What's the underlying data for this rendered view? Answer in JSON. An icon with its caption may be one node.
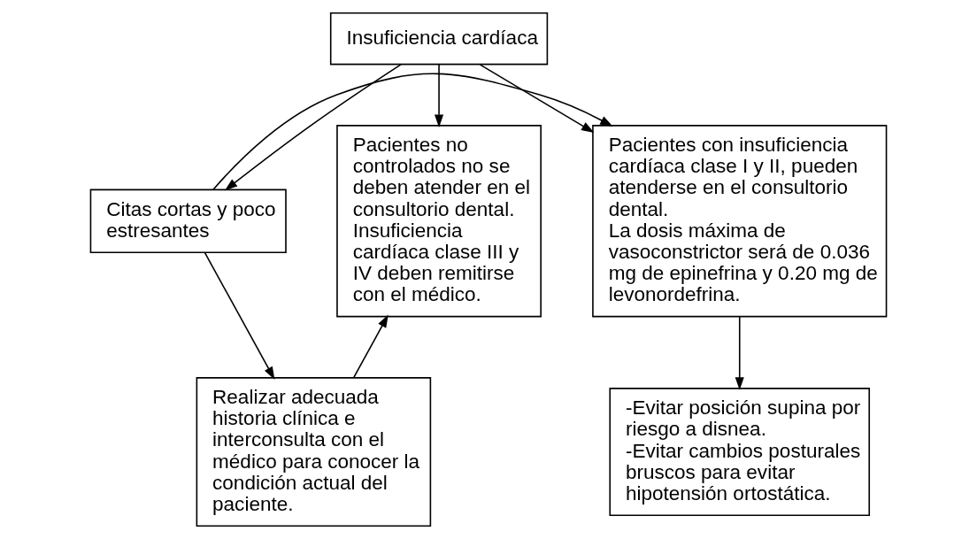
{
  "diagram": {
    "nodes": [
      {
        "text": [
          "Insuficiencia cardíaca"
        ]
      },
      {
        "text": [
          "Pacientes con insuficiencia cardíaca clase I y II, pueden atenderse en el consultorio dental.",
          "La dosis máxima de vasoconstrictor será de 0.036 mg de epinefrina y 0.20 mg de levonordefrina."
        ]
      },
      {
        "text": [
          "Citas cortas y poco estresantes"
        ]
      },
      {
        "text": [
          "Pacientes no controlados no se deben atender en el consultorio dental.",
          "Insuficiencia cardíaca clase III y IV deben remitirse con el médico."
        ]
      },
      {
        "text": [
          "Realizar adecuada historia clínica e interconsulta con el médico para conocer la condición actual del paciente."
        ]
      },
      {
        "text": [
          "-Evitar posición supina por riesgo a disnea.",
          "-Evitar cambios posturales bruscos para evitar hipotensión ortostática."
        ]
      }
    ],
    "edges": [
      {
        "from": 0,
        "to": 1,
        "arrow": "to"
      },
      {
        "from": 0,
        "to": 2,
        "arrow": "to"
      },
      {
        "from": 0,
        "to": 3,
        "arrow": "to"
      },
      {
        "from": 2,
        "to": 1,
        "arrow": "to"
      },
      {
        "from": 2,
        "to": 4,
        "arrow": "to"
      },
      {
        "from": 4,
        "to": 3,
        "arrow": "to"
      },
      {
        "from": 1,
        "to": 5,
        "arrow": "to"
      }
    ]
  }
}
